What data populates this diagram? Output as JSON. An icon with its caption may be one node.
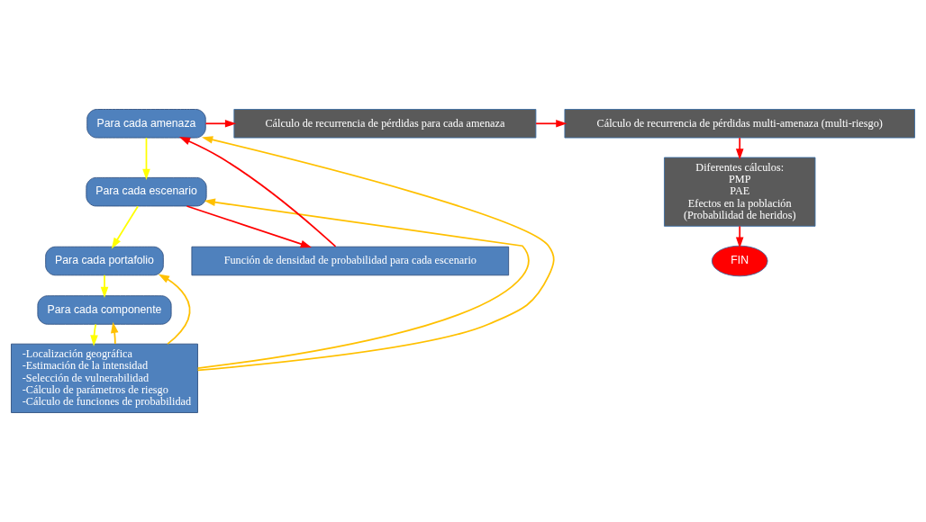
{
  "diagram": {
    "nodes": [
      {
        "text": [
          "Para cada amenaza"
        ]
      },
      {
        "text": [
          "Para cada escenario"
        ]
      },
      {
        "text": [
          "Para cada portafolio"
        ]
      },
      {
        "text": [
          "Para cada componente"
        ]
      },
      {
        "text": [
          "-Localización geográfica",
          "-Estimación de la intensidad",
          "-Selección de vulnerabilidad",
          "-Cálculo de parámetros de riesgo",
          "-Cálculo de funciones de probabilidad"
        ]
      },
      {
        "text": [
          "Función de densidad de probabilidad para cada escenario"
        ]
      },
      {
        "text": [
          "Cálculo de recurrencia de pérdidas para cada amenaza"
        ]
      },
      {
        "text": [
          "Cálculo de recurrencia de pérdidas multi-amenaza (multi-riesgo)"
        ]
      },
      {
        "text": [
          "Diferentes cálculos:",
          "PMP",
          "PAE",
          "Efectos en la población",
          "(Probabilidad de heridos)"
        ]
      },
      {
        "text": [
          "FIN"
        ]
      }
    ],
    "edges": [
      {
        "from": 0,
        "to": 1,
        "arrow": "to",
        "color": "#ffff00"
      },
      {
        "from": 1,
        "to": 2,
        "arrow": "to",
        "color": "#ffff00"
      },
      {
        "from": 2,
        "to": 3,
        "arrow": "to",
        "color": "#ffff00"
      },
      {
        "from": 3,
        "to": 4,
        "arrow": "to",
        "color": "#ffff00"
      },
      {
        "from": 4,
        "to": 0,
        "arrow": "to",
        "color": "#ffc000"
      },
      {
        "from": 4,
        "to": 1,
        "arrow": "to",
        "color": "#ffc000"
      },
      {
        "from": 4,
        "to": 2,
        "arrow": "to",
        "color": "#ffc000"
      },
      {
        "from": 4,
        "to": 3,
        "arrow": "to",
        "color": "#ffc000"
      },
      {
        "from": 1,
        "to": 5,
        "arrow": "to"
      },
      {
        "from": 5,
        "to": 0,
        "arrow": "to"
      },
      {
        "from": 0,
        "to": 6,
        "arrow": "to"
      },
      {
        "from": 6,
        "to": 7,
        "arrow": "to"
      },
      {
        "from": 7,
        "to": 8,
        "arrow": "to"
      },
      {
        "from": 8,
        "to": 9,
        "arrow": "to"
      }
    ]
  }
}
